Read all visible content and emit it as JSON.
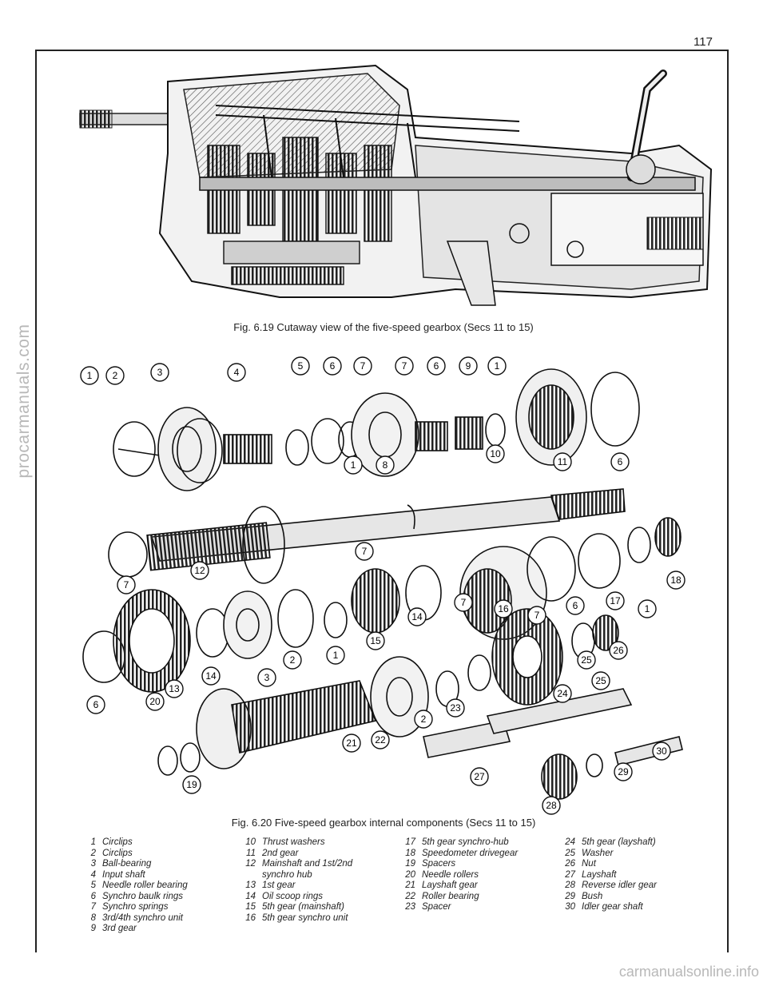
{
  "page_number": "117",
  "figures": [
    {
      "caption": "Fig. 6.19 Cutaway view of the five-speed gearbox (Secs 11 to 15)"
    },
    {
      "caption": "Fig. 6.20 Five-speed gearbox internal components (Secs 11 to 15)",
      "callouts": [
        "1",
        "2",
        "3",
        "4",
        "5",
        "6",
        "7",
        "7",
        "6",
        "9",
        "1",
        "10",
        "11",
        "6",
        "1",
        "8",
        "7",
        "7",
        "12",
        "16",
        "7",
        "6",
        "17",
        "1",
        "18",
        "14",
        "7",
        "15",
        "1",
        "2",
        "3",
        "14",
        "6",
        "20",
        "13",
        "26",
        "25",
        "25",
        "24",
        "23",
        "2",
        "22",
        "21",
        "27",
        "19",
        "28",
        "29",
        "30"
      ]
    }
  ],
  "legend": [
    [
      {
        "num": "1",
        "label": "Circlips"
      },
      {
        "num": "2",
        "label": "Circlips"
      },
      {
        "num": "3",
        "label": "Ball-bearing"
      },
      {
        "num": "4",
        "label": "Input shaft"
      },
      {
        "num": "5",
        "label": "Needle roller bearing"
      },
      {
        "num": "6",
        "label": "Synchro baulk rings"
      },
      {
        "num": "7",
        "label": "Synchro springs"
      },
      {
        "num": "8",
        "label": "3rd/4th synchro unit"
      },
      {
        "num": "9",
        "label": "3rd gear"
      }
    ],
    [
      {
        "num": "10",
        "label": "Thrust washers"
      },
      {
        "num": "11",
        "label": "2nd gear"
      },
      {
        "num": "12",
        "label": "Mainshaft and 1st/2nd\nsynchro hub"
      },
      {
        "num": "13",
        "label": "1st gear"
      },
      {
        "num": "14",
        "label": "Oil scoop rings"
      },
      {
        "num": "15",
        "label": "5th gear (mainshaft)"
      },
      {
        "num": "16",
        "label": "5th gear synchro unit"
      }
    ],
    [
      {
        "num": "17",
        "label": "5th gear synchro-hub"
      },
      {
        "num": "18",
        "label": "Speedometer drivegear"
      },
      {
        "num": "19",
        "label": "Spacers"
      },
      {
        "num": "20",
        "label": "Needle rollers"
      },
      {
        "num": "21",
        "label": "Layshaft gear"
      },
      {
        "num": "22",
        "label": "Roller bearing"
      },
      {
        "num": "23",
        "label": "Spacer"
      }
    ],
    [
      {
        "num": "24",
        "label": "5th gear (layshaft)"
      },
      {
        "num": "25",
        "label": "Washer"
      },
      {
        "num": "26",
        "label": "Nut"
      },
      {
        "num": "27",
        "label": "Layshaft"
      },
      {
        "num": "28",
        "label": "Reverse idler gear"
      },
      {
        "num": "29",
        "label": "Bush"
      },
      {
        "num": "30",
        "label": "Idler gear shaft"
      }
    ]
  ],
  "watermarks": {
    "side": "procarmanuals.com",
    "bottom": "carmanualsonline.info"
  }
}
